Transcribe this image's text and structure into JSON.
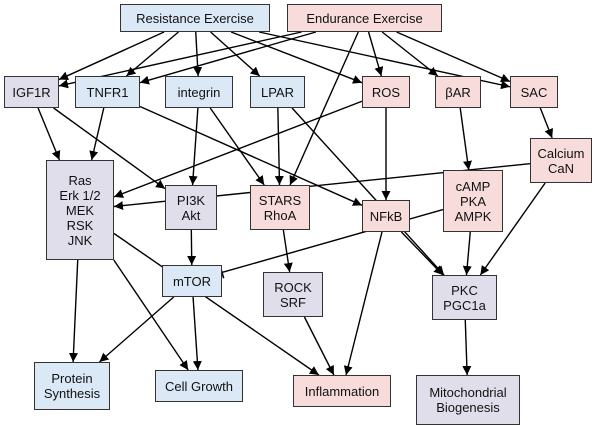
{
  "colors": {
    "blue": "#dbe9f7",
    "pink": "#f7dcdb",
    "lavender": "#e1deec",
    "edge": "#000000"
  },
  "nodes": [
    {
      "id": "resistance",
      "label": "Resistance Exercise",
      "color": "blue"
    },
    {
      "id": "endurance",
      "label": "Endurance Exercise",
      "color": "pink"
    },
    {
      "id": "igf1r",
      "label": "IGF1R",
      "color": "lavender"
    },
    {
      "id": "tnfr1",
      "label": "TNFR1",
      "color": "blue"
    },
    {
      "id": "integrin",
      "label": "integrin",
      "color": "blue"
    },
    {
      "id": "lpar",
      "label": "LPAR",
      "color": "blue"
    },
    {
      "id": "ros",
      "label": "ROS",
      "color": "pink"
    },
    {
      "id": "bar",
      "label": "βAR",
      "color": "pink"
    },
    {
      "id": "sac",
      "label": "SAC",
      "color": "pink"
    },
    {
      "id": "ras",
      "label": "Ras\nErk 1/2\nMEK\nRSK\nJNK",
      "color": "lavender"
    },
    {
      "id": "pi3k",
      "label": "PI3K\nAkt",
      "color": "lavender"
    },
    {
      "id": "stars",
      "label": "STARS\nRhoA",
      "color": "pink"
    },
    {
      "id": "nfkb",
      "label": "NFkB",
      "color": "pink"
    },
    {
      "id": "camp",
      "label": "cAMP\nPKA\nAMPK",
      "color": "pink"
    },
    {
      "id": "calcium",
      "label": "Calcium\nCaN",
      "color": "pink"
    },
    {
      "id": "mtor",
      "label": "mTOR",
      "color": "blue"
    },
    {
      "id": "rock",
      "label": "ROCK\nSRF",
      "color": "lavender"
    },
    {
      "id": "pkc",
      "label": "PKC\nPGC1a",
      "color": "lavender"
    },
    {
      "id": "protein",
      "label": "Protein\nSynthesis",
      "color": "blue"
    },
    {
      "id": "cellgrowth",
      "label": "Cell Growth",
      "color": "blue"
    },
    {
      "id": "inflammation",
      "label": "Inflammation",
      "color": "pink"
    },
    {
      "id": "mito",
      "label": "Mitochondrial\nBiogenesis",
      "color": "lavender"
    }
  ],
  "edges": [
    {
      "from": "resistance",
      "to": "igf1r",
      "type": "activate"
    },
    {
      "from": "resistance",
      "to": "tnfr1",
      "type": "activate"
    },
    {
      "from": "resistance",
      "to": "integrin",
      "type": "activate"
    },
    {
      "from": "resistance",
      "to": "lpar",
      "type": "activate"
    },
    {
      "from": "resistance",
      "to": "ros",
      "type": "activate"
    },
    {
      "from": "resistance",
      "to": "sac",
      "type": "activate"
    },
    {
      "from": "endurance",
      "to": "igf1r",
      "type": "activate"
    },
    {
      "from": "endurance",
      "to": "tnfr1",
      "type": "activate"
    },
    {
      "from": "endurance",
      "to": "ros",
      "type": "activate"
    },
    {
      "from": "endurance",
      "to": "bar",
      "type": "activate"
    },
    {
      "from": "endurance",
      "to": "sac",
      "type": "activate"
    },
    {
      "from": "endurance",
      "to": "stars",
      "type": "activate"
    },
    {
      "from": "igf1r",
      "to": "ras",
      "type": "activate"
    },
    {
      "from": "igf1r",
      "to": "pi3k",
      "type": "activate"
    },
    {
      "from": "tnfr1",
      "to": "ras",
      "type": "activate"
    },
    {
      "from": "tnfr1",
      "to": "nfkb",
      "type": "activate"
    },
    {
      "from": "integrin",
      "to": "pi3k",
      "type": "activate"
    },
    {
      "from": "integrin",
      "to": "stars",
      "type": "activate"
    },
    {
      "from": "lpar",
      "to": "stars",
      "type": "activate"
    },
    {
      "from": "lpar",
      "to": "pkc",
      "type": "activate"
    },
    {
      "from": "ros",
      "to": "ras",
      "type": "activate"
    },
    {
      "from": "ros",
      "to": "nfkb",
      "type": "activate"
    },
    {
      "from": "bar",
      "to": "camp",
      "type": "activate"
    },
    {
      "from": "sac",
      "to": "calcium",
      "type": "activate"
    },
    {
      "from": "calcium",
      "to": "ras",
      "type": "activate"
    },
    {
      "from": "calcium",
      "to": "pkc",
      "type": "activate"
    },
    {
      "from": "camp",
      "to": "mtor",
      "type": "inhibit"
    },
    {
      "from": "camp",
      "to": "pkc",
      "type": "activate"
    },
    {
      "from": "pi3k",
      "to": "mtor",
      "type": "activate"
    },
    {
      "from": "stars",
      "to": "rock",
      "type": "activate"
    },
    {
      "from": "nfkb",
      "to": "inflammation",
      "type": "activate"
    },
    {
      "from": "nfkb",
      "to": "pkc",
      "type": "activate"
    },
    {
      "from": "ras",
      "to": "protein",
      "type": "activate"
    },
    {
      "from": "ras",
      "to": "cellgrowth",
      "type": "activate"
    },
    {
      "from": "ras",
      "to": "inflammation",
      "type": "activate"
    },
    {
      "from": "mtor",
      "to": "protein",
      "type": "activate"
    },
    {
      "from": "mtor",
      "to": "cellgrowth",
      "type": "activate"
    },
    {
      "from": "rock",
      "to": "inflammation",
      "type": "activate"
    },
    {
      "from": "pkc",
      "to": "mito",
      "type": "activate"
    }
  ]
}
